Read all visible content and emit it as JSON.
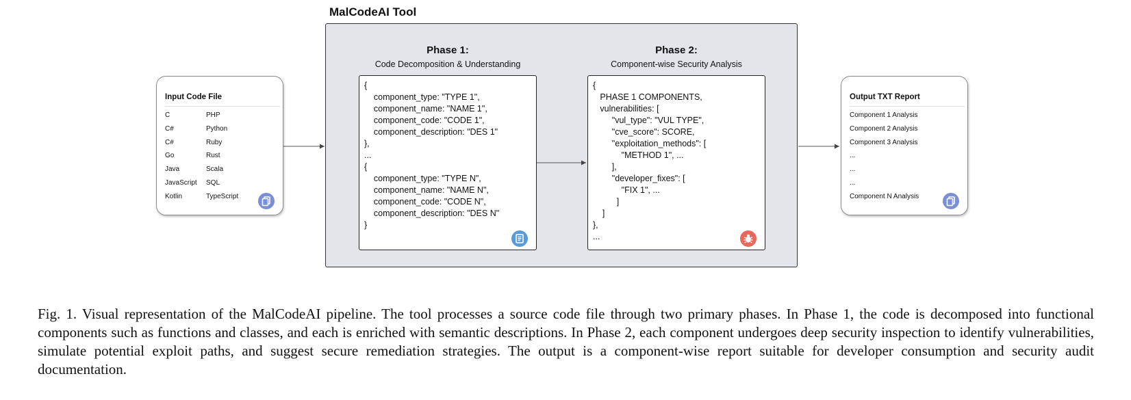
{
  "tool": {
    "title": "MalCodeAI Tool"
  },
  "input_card": {
    "title": "Input Code File",
    "languages": [
      [
        "C",
        "PHP"
      ],
      [
        "C#",
        "Python"
      ],
      [
        "C#",
        "Ruby"
      ],
      [
        "Go",
        "Rust"
      ],
      [
        "Java",
        "Scala"
      ],
      [
        "JavaScript",
        "SQL"
      ],
      [
        "Kotlin",
        "TypeScript"
      ]
    ],
    "icon": "file-copy-icon"
  },
  "phase1": {
    "title": "Phase 1:",
    "subtitle": "Code Decomposition & Understanding",
    "code": [
      "{",
      "    component_type: \"TYPE 1\",",
      "    component_name: \"NAME 1\",",
      "    component_code: \"CODE 1\",",
      "    component_description: \"DES 1\"",
      "},",
      "...",
      "{",
      "    component_type: \"TYPE N\",",
      "    component_name: \"NAME N\",",
      "    component_code: \"CODE N\",",
      "    component_description: \"DES N\"",
      "}"
    ],
    "icon": "document-icon",
    "icon_color": "#5b9bd5"
  },
  "phase2": {
    "title": "Phase 2:",
    "subtitle": "Component-wise Security Analysis",
    "code": [
      "{",
      "   PHASE 1 COMPONENTS,",
      "   vulnerabilities: [",
      "        \"vul_type\": \"VUL TYPE\",",
      "        \"cve_score\": SCORE,",
      "        \"exploitation_methods\": [",
      "            \"METHOD 1\", ...",
      "        ],",
      "        \"developer_fixes\": [",
      "            \"FIX 1\", ...",
      "          ]",
      "    ]",
      "},",
      "..."
    ],
    "icon": "bug-icon",
    "icon_color": "#e8685a"
  },
  "output_card": {
    "title": "Output TXT Report",
    "items": [
      "Component 1 Analysis",
      "Component 2 Analysis",
      "Component 3 Analysis",
      "...",
      "...",
      "...",
      "Component N Analysis"
    ],
    "icon": "file-copy-icon"
  },
  "badge_color": "#7b8fd6",
  "caption": "Fig. 1.  Visual representation of the MalCodeAI pipeline. The tool processes a source code file through two primary phases. In Phase 1, the code is decomposed into functional components such as functions and classes, and each is enriched with semantic descriptions. In Phase 2, each component undergoes deep security inspection to identify vulnerabilities, simulate potential exploit paths, and suggest secure remediation strategies. The output is a component-wise report suitable for developer consumption and security audit documentation."
}
